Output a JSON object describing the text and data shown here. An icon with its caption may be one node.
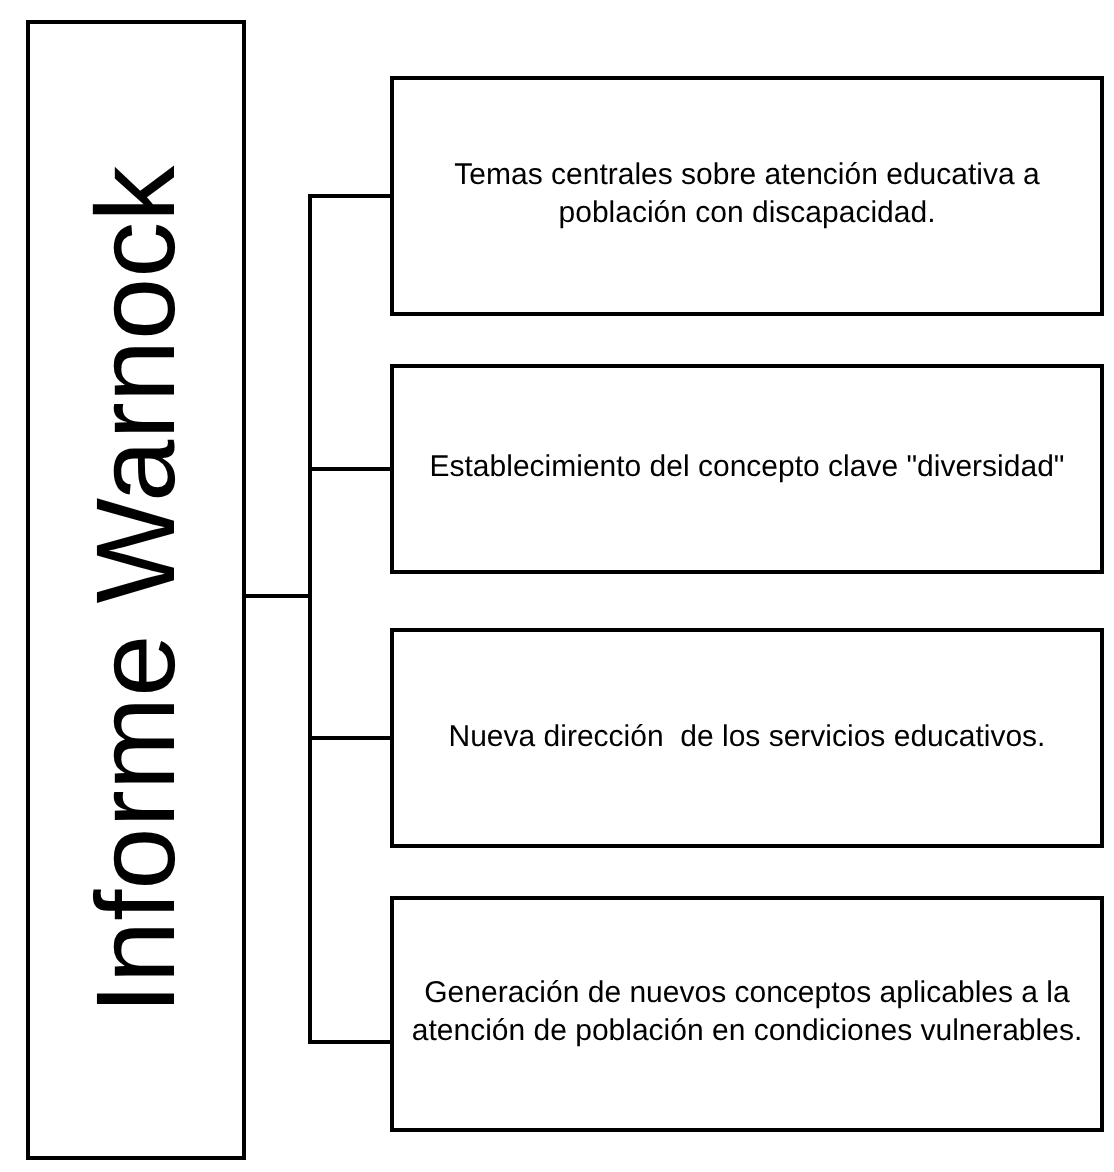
{
  "diagram": {
    "nodes": [
      {
        "text": [
          "Informe Warnock"
        ]
      },
      {
        "text": [
          "Temas centrales sobre atención educativa a población con discapacidad."
        ]
      },
      {
        "text": [
          "Establecimiento del concepto clave \"diversidad\""
        ]
      },
      {
        "text": [
          "Nueva dirección  de los servicios educativos."
        ]
      },
      {
        "text": [
          "Generación de nuevos conceptos aplicables a la atención de población en condiciones vulnerables."
        ]
      }
    ],
    "edges": [
      {
        "from": 0,
        "to": 1,
        "arrow": "none"
      },
      {
        "from": 0,
        "to": 2,
        "arrow": "none"
      },
      {
        "from": 0,
        "to": 3,
        "arrow": "none"
      },
      {
        "from": 0,
        "to": 4,
        "arrow": "none"
      }
    ]
  }
}
